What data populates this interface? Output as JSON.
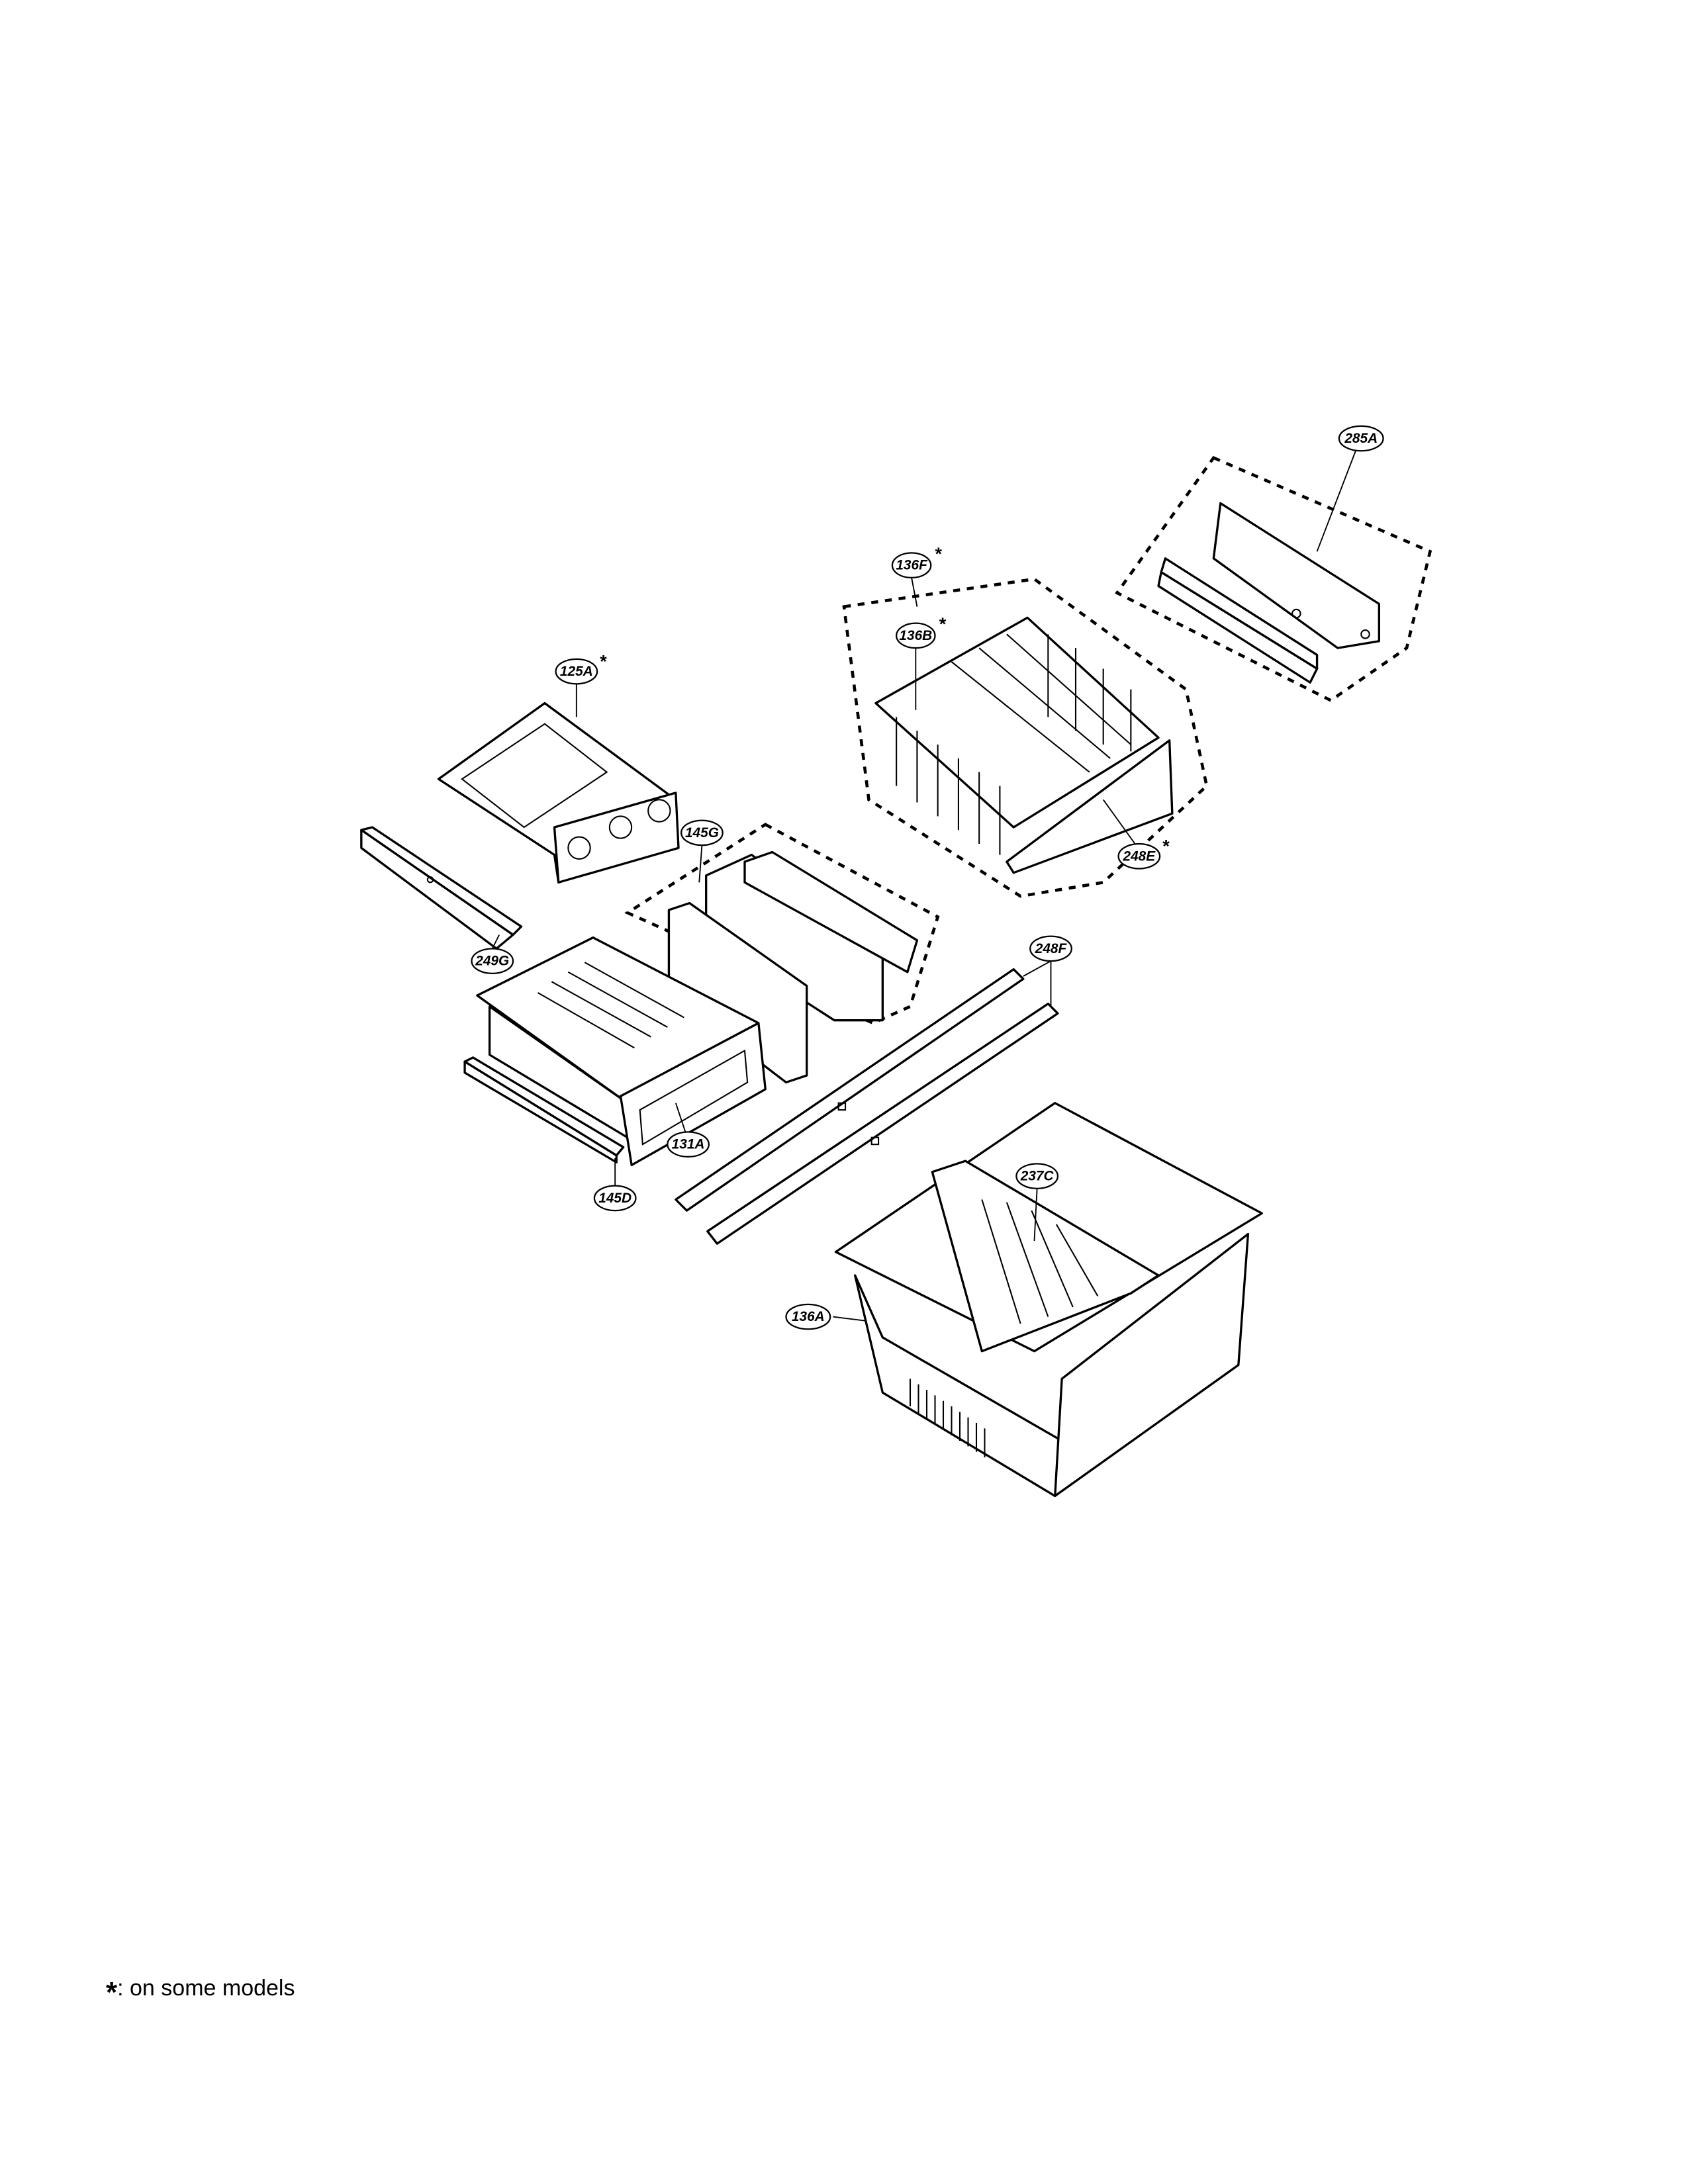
{
  "diagram": {
    "callouts": [
      {
        "id": "285A",
        "optional": false
      },
      {
        "id": "136F",
        "optional": true
      },
      {
        "id": "136B",
        "optional": true
      },
      {
        "id": "125A",
        "optional": true
      },
      {
        "id": "145G",
        "optional": false
      },
      {
        "id": "248E",
        "optional": true
      },
      {
        "id": "248F",
        "optional": false
      },
      {
        "id": "249G",
        "optional": false
      },
      {
        "id": "131A",
        "optional": false
      },
      {
        "id": "237C",
        "optional": false
      },
      {
        "id": "145D",
        "optional": false
      },
      {
        "id": "136A",
        "optional": false
      }
    ],
    "star_symbol": "*"
  },
  "footnote": {
    "symbol": "*",
    "text": ": on some models"
  }
}
